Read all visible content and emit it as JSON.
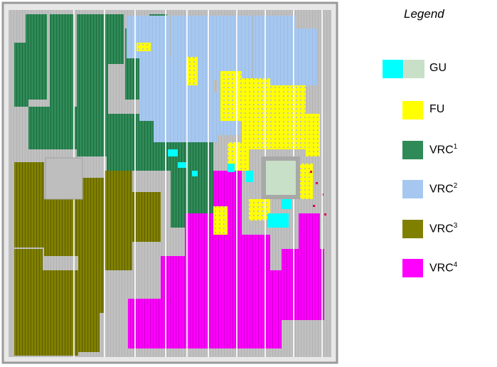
{
  "legend": {
    "title": "Legend",
    "items": [
      {
        "label": "GU",
        "sup": "",
        "colors": [
          "#00ffff",
          "#c8e0c8"
        ]
      },
      {
        "label": "FU",
        "sup": "",
        "colors": [
          "#ffff00"
        ]
      },
      {
        "label": "VRC",
        "sup": "1",
        "colors": [
          "#2e8b57"
        ]
      },
      {
        "label": "VRC",
        "sup": "2",
        "colors": [
          "#a6c8f0"
        ]
      },
      {
        "label": "VRC",
        "sup": "3",
        "colors": [
          "#808000"
        ]
      },
      {
        "label": "VRC",
        "sup": "4",
        "colors": [
          "#ff00ff"
        ]
      }
    ]
  },
  "layout": {
    "background": "#c0c0c0",
    "region_colors": {
      "vrc1": "#2e8b57",
      "vrc2": "#a6c8f0",
      "vrc3": "#808000",
      "vrc4": "#ff00ff",
      "fu": "#ffff00",
      "gu_cells": "#00ffff",
      "gu_block": "#c8e0c8",
      "hard_block": "#bebebe"
    }
  }
}
